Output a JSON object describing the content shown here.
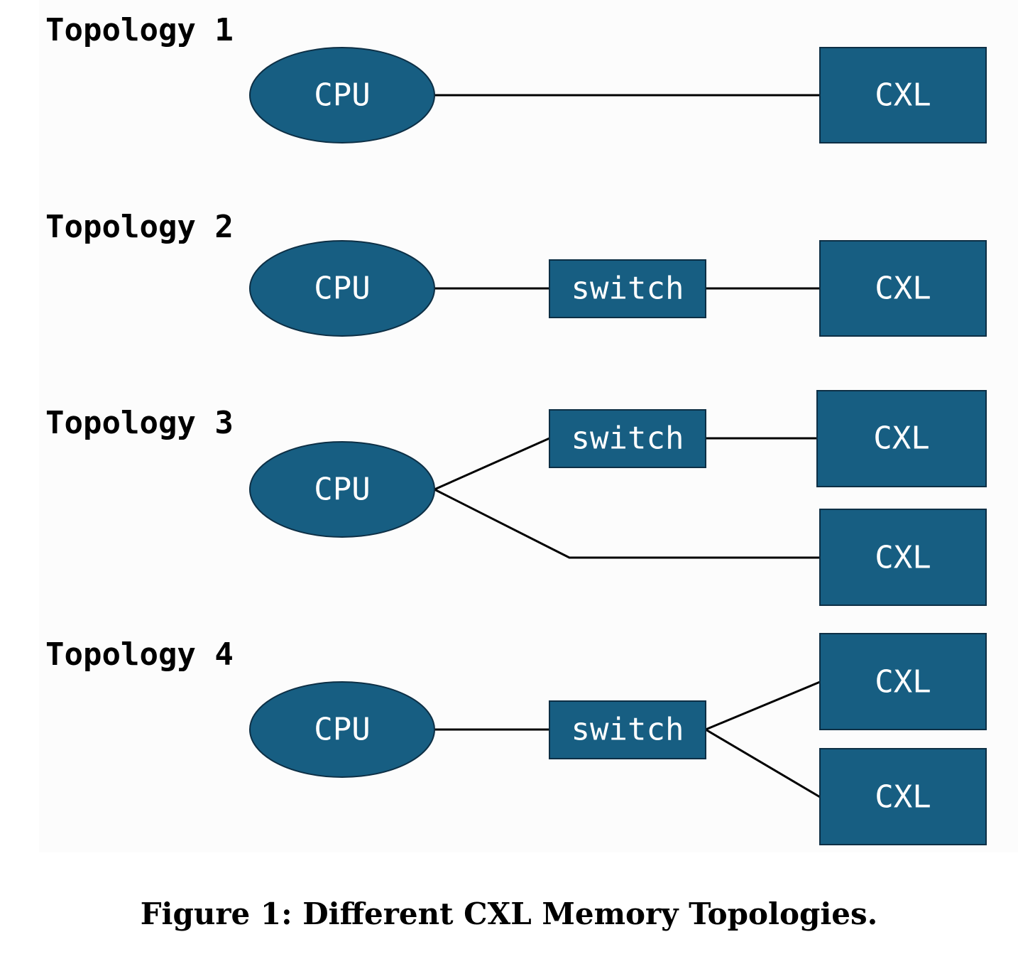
{
  "colors": {
    "node_fill": "#175e82",
    "node_stroke": "#0d2f45",
    "edge": "#000000",
    "label_text": "#ffffff",
    "title_text": "#000000",
    "panel_background": "#fcfcfc"
  },
  "topologies": [
    {
      "title": "Topology 1",
      "nodes": [
        {
          "id": "cpu",
          "label": "CPU",
          "shape": "ellipse"
        },
        {
          "id": "cxl",
          "label": "CXL",
          "shape": "rect"
        }
      ],
      "edges": [
        [
          "cpu",
          "cxl"
        ]
      ]
    },
    {
      "title": "Topology 2",
      "nodes": [
        {
          "id": "cpu",
          "label": "CPU",
          "shape": "ellipse"
        },
        {
          "id": "switch",
          "label": "switch",
          "shape": "rect"
        },
        {
          "id": "cxl",
          "label": "CXL",
          "shape": "rect"
        }
      ],
      "edges": [
        [
          "cpu",
          "switch"
        ],
        [
          "switch",
          "cxl"
        ]
      ]
    },
    {
      "title": "Topology 3",
      "nodes": [
        {
          "id": "cpu",
          "label": "CPU",
          "shape": "ellipse"
        },
        {
          "id": "switch",
          "label": "switch",
          "shape": "rect"
        },
        {
          "id": "cxl1",
          "label": "CXL",
          "shape": "rect"
        },
        {
          "id": "cxl2",
          "label": "CXL",
          "shape": "rect"
        }
      ],
      "edges": [
        [
          "cpu",
          "switch"
        ],
        [
          "switch",
          "cxl1"
        ],
        [
          "cpu",
          "cxl2"
        ]
      ]
    },
    {
      "title": "Topology 4",
      "nodes": [
        {
          "id": "cpu",
          "label": "CPU",
          "shape": "ellipse"
        },
        {
          "id": "switch",
          "label": "switch",
          "shape": "rect"
        },
        {
          "id": "cxl1",
          "label": "CXL",
          "shape": "rect"
        },
        {
          "id": "cxl2",
          "label": "CXL",
          "shape": "rect"
        }
      ],
      "edges": [
        [
          "cpu",
          "switch"
        ],
        [
          "switch",
          "cxl1"
        ],
        [
          "switch",
          "cxl2"
        ]
      ]
    }
  ],
  "caption": "Figure 1: Different CXL Memory Topologies."
}
